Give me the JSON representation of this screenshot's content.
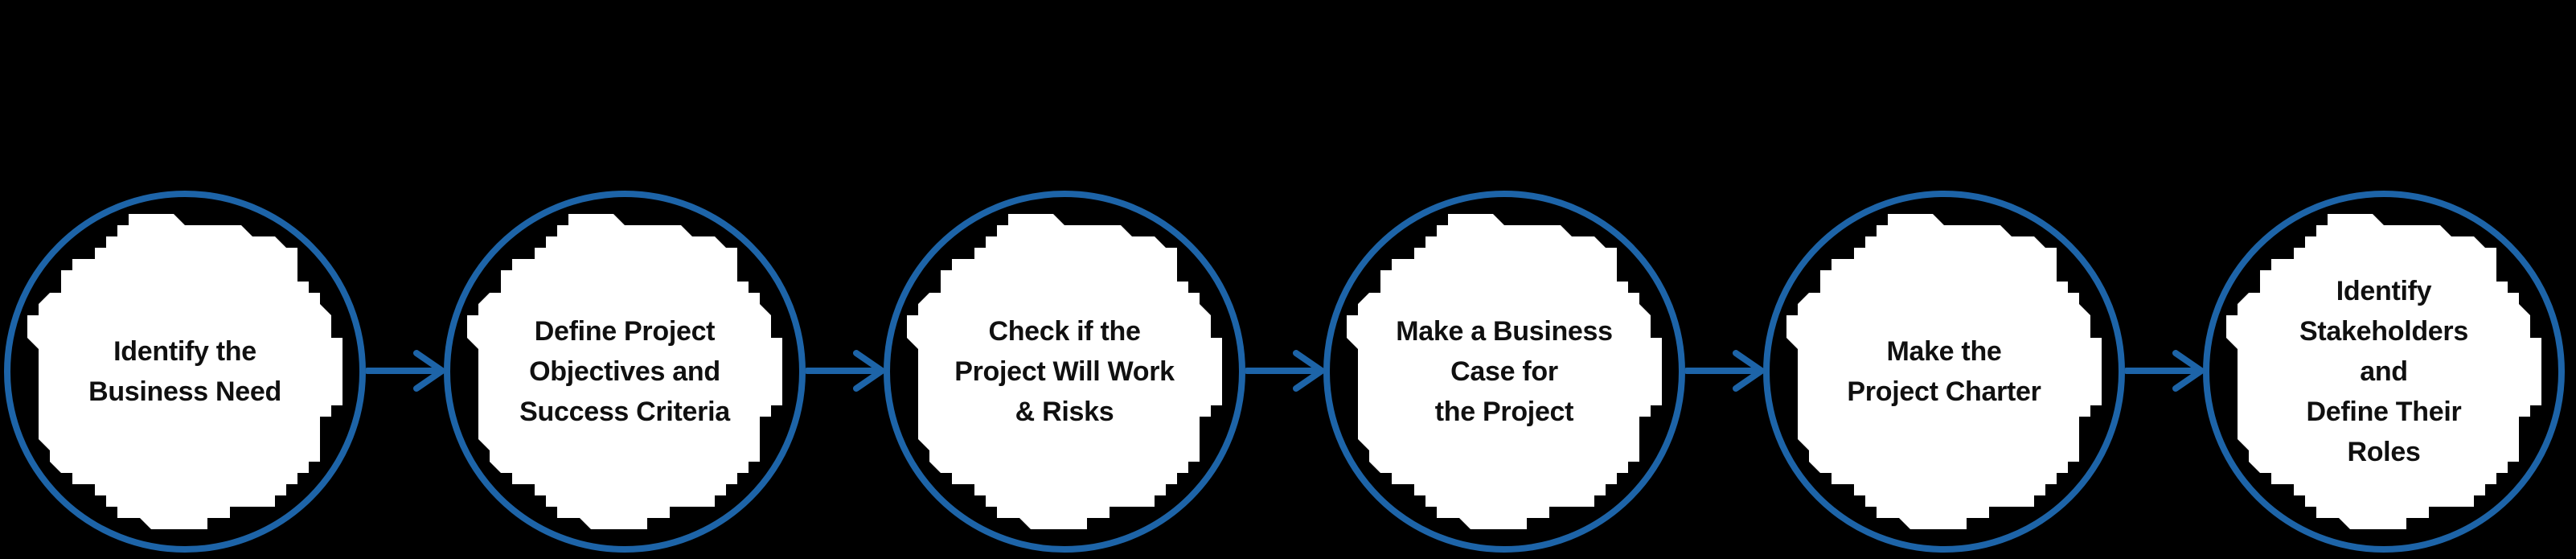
{
  "flow": {
    "background_color": "#000000",
    "accent_color": "#1d64a8",
    "node_fill_color": "#ffffff",
    "text_color": "#101010",
    "steps": [
      {
        "lines": [
          "Identify the",
          "Business Need"
        ]
      },
      {
        "lines": [
          "Define Project",
          "Objectives and",
          "Success Criteria"
        ]
      },
      {
        "lines": [
          "Check if the",
          "Project Will Work",
          "& Risks"
        ]
      },
      {
        "lines": [
          "Make a Business",
          "Case for",
          "the Project"
        ]
      },
      {
        "lines": [
          "Make the",
          "Project Charter"
        ]
      },
      {
        "lines": [
          "Identify",
          "Stakeholders",
          "and",
          "Define Their",
          "Roles"
        ]
      }
    ]
  }
}
